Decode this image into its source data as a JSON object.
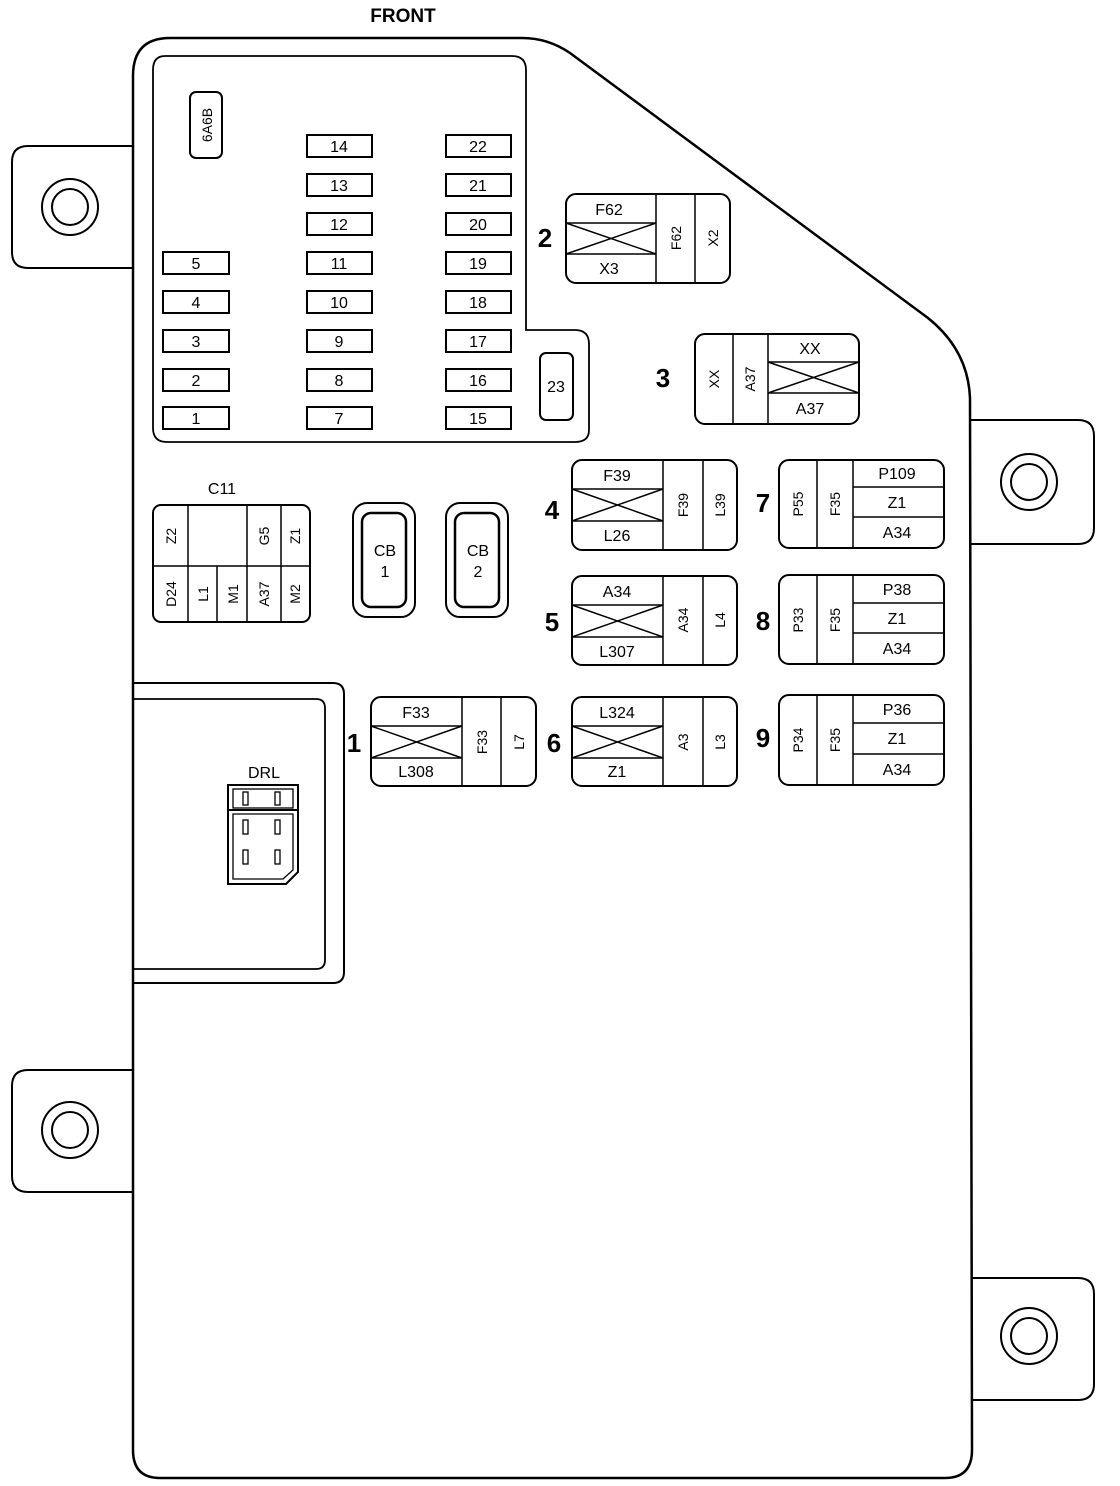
{
  "title": "FRONT",
  "small_fuses": {
    "col1": [
      "5",
      "4",
      "3",
      "2",
      "1"
    ],
    "col2": [
      "14",
      "13",
      "12",
      "11",
      "10",
      "9",
      "8",
      "7"
    ],
    "col3": [
      "22",
      "21",
      "20",
      "19",
      "18",
      "17",
      "16",
      "15"
    ],
    "tall": "23",
    "top_label": "6A6B"
  },
  "c11": {
    "label": "C11",
    "top": [
      "Z2",
      "",
      "G5",
      "Z1"
    ],
    "bottom": [
      "D24",
      "L1",
      "M1",
      "A37",
      "M2"
    ]
  },
  "breakers": [
    {
      "line1": "CB",
      "line2": "1"
    },
    {
      "line1": "CB",
      "line2": "2"
    }
  ],
  "drl_label": "DRL",
  "relays": {
    "r1": {
      "number": "1",
      "top": "F33",
      "bottom": "L308",
      "v1": "F33",
      "v2": "L7"
    },
    "r2": {
      "number": "2",
      "top": "F62",
      "bottom": "X3",
      "v1": "F62",
      "v2": "X2"
    },
    "r3": {
      "number": "3",
      "v1": "XX",
      "v2": "A37",
      "top": "XX",
      "bottom": "A37"
    },
    "r4": {
      "number": "4",
      "top": "F39",
      "bottom": "L26",
      "v1": "F39",
      "v2": "L39"
    },
    "r5": {
      "number": "5",
      "top": "A34",
      "bottom": "L307",
      "v1": "A34",
      "v2": "L4"
    },
    "r6": {
      "number": "6",
      "top": "L324",
      "bottom": "Z1",
      "v1": "A3",
      "v2": "L3"
    },
    "r7": {
      "number": "7",
      "v1": "P55",
      "v2": "F35",
      "h1": "P109",
      "h2": "Z1",
      "h3": "A34"
    },
    "r8": {
      "number": "8",
      "v1": "P33",
      "v2": "F35",
      "h1": "P38",
      "h2": "Z1",
      "h3": "A34"
    },
    "r9": {
      "number": "9",
      "v1": "P34",
      "v2": "F35",
      "h1": "P36",
      "h2": "Z1",
      "h3": "A34"
    }
  }
}
